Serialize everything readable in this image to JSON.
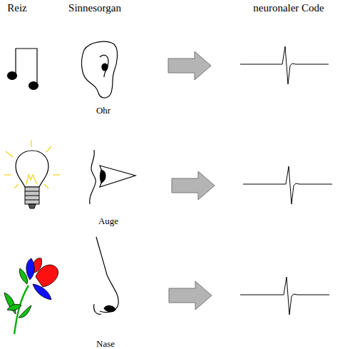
{
  "diagram": {
    "labels": [
      "Reiz",
      "Sinnesorgan",
      "neuronaler Code",
      "Ohr",
      "Auge",
      "Nase"
    ]
  }
}
